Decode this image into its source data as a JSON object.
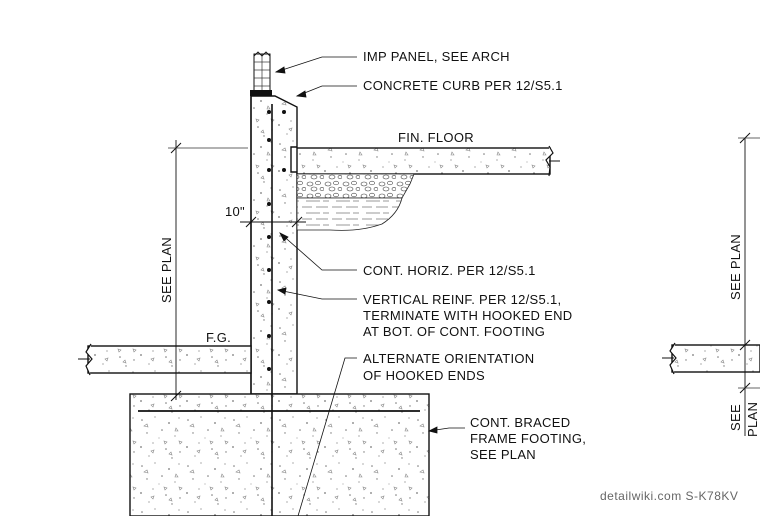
{
  "labels": {
    "imp_panel": "IMP PANEL, SEE ARCH",
    "concrete_curb": "CONCRETE CURB PER 12/S5.1",
    "fin_floor": "FIN. FLOOR",
    "wall_thickness": "10\"",
    "see_plan_left": "SEE PLAN",
    "see_plan_right": "SEE PLAN",
    "see_plan_lower_1": "SEE",
    "see_plan_lower_2": "PLAN",
    "cont_horiz": "CONT. HORIZ. PER 12/S5.1",
    "vertical_reinf_1": "VERTICAL REINF. PER 12/S5.1,",
    "vertical_reinf_2": "TERMINATE WITH HOOKED END",
    "vertical_reinf_3": "AT BOT. OF CONT. FOOTING",
    "fg": "F.G.",
    "alternate_1": "ALTERNATE ORIENTATION",
    "alternate_2": "OF HOOKED ENDS",
    "footing_1": "CONT. BRACED",
    "footing_2": "FRAME FOOTING,",
    "footing_3": "SEE PLAN"
  },
  "watermark": "detailwiki.com  S-K78KV"
}
